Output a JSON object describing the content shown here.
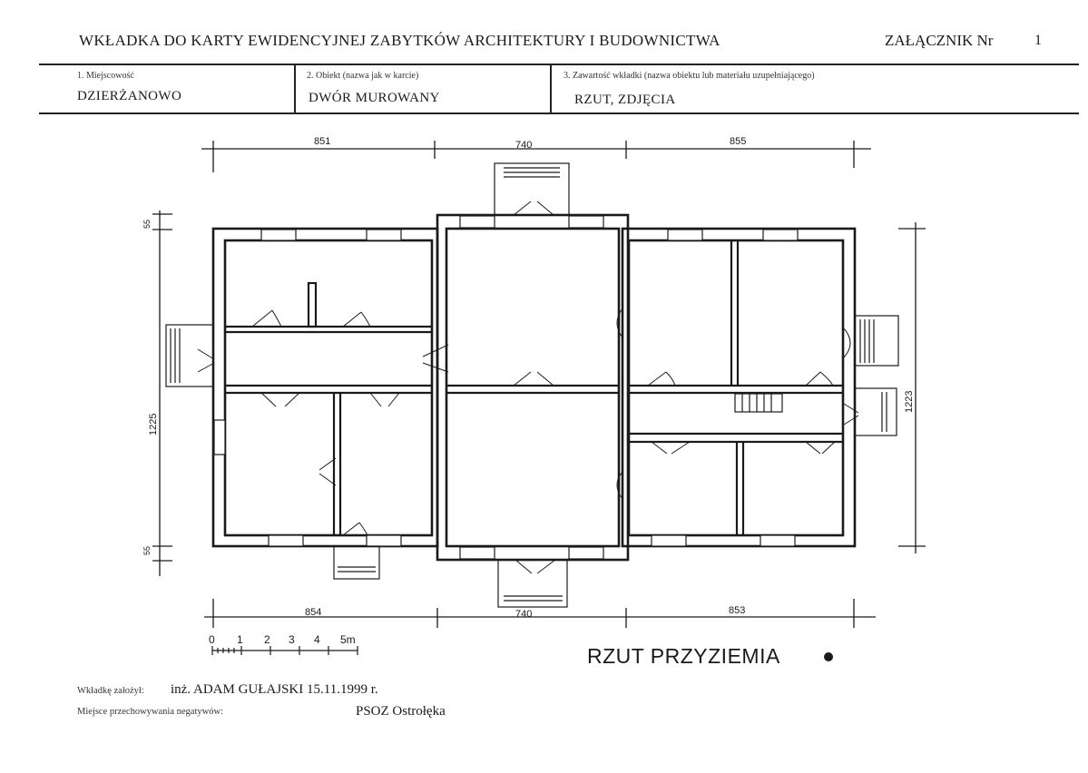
{
  "header": {
    "title": "WKŁADKA DO KARTY EWIDENCYJNEJ ZABYTKÓW ARCHITEKTURY I BUDOWNICTWA",
    "annex_label": "ZAŁĄCZNIK Nr",
    "annex_number": "1"
  },
  "fields": {
    "locality_label": "1. Miejscowość",
    "locality_value": "DZIERŻANOWO",
    "object_label": "2. Obiekt (nazwa jak w karcie)",
    "object_value": "DWÓR MUROWANY",
    "content_label": "3. Zawartość wkładki (nazwa obiektu lub materiału uzupełniającego)",
    "content_value": "RZUT, ZDJĘCIA"
  },
  "plan": {
    "title": "RZUT PRZYZIEMIA",
    "dims_top": [
      "851",
      "740",
      "855"
    ],
    "dims_bottom": [
      "854",
      "740",
      "853"
    ],
    "dim_left": "1225",
    "dim_left_top": "55",
    "dim_left_bottom": "55",
    "dim_right": "1223",
    "scale_labels": [
      "0",
      "1",
      "2",
      "3",
      "4",
      "5m"
    ]
  },
  "footer": {
    "author_label": "Wkładkę założył:",
    "author_value": "inż. ADAM GUŁAJSKI  15.11.1999 r.",
    "storage_label": "Miejsce przechowywania negatywów:",
    "storage_value": "PSOZ  Ostrołęka"
  },
  "colors": {
    "ink": "#1a1a1a",
    "paper": "#ffffff"
  }
}
